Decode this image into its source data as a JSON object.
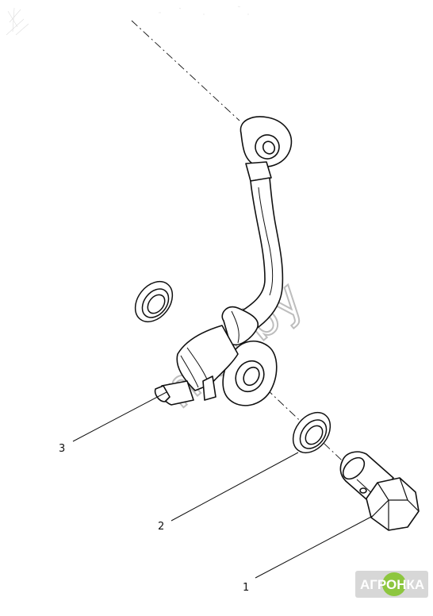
{
  "callouts": [
    {
      "number": "1",
      "part": "banjo-bolt"
    },
    {
      "number": "2",
      "part": "sealing-washer"
    },
    {
      "number": "3",
      "part": "oil-pipe-assembly"
    }
  ],
  "watermark": {
    "text": "nka.by"
  },
  "logo": {
    "text": "АГРОНКА",
    "accent_color": "#8dc63f"
  },
  "colors": {
    "line": "#111111",
    "watermark": "#bdbdbd"
  }
}
